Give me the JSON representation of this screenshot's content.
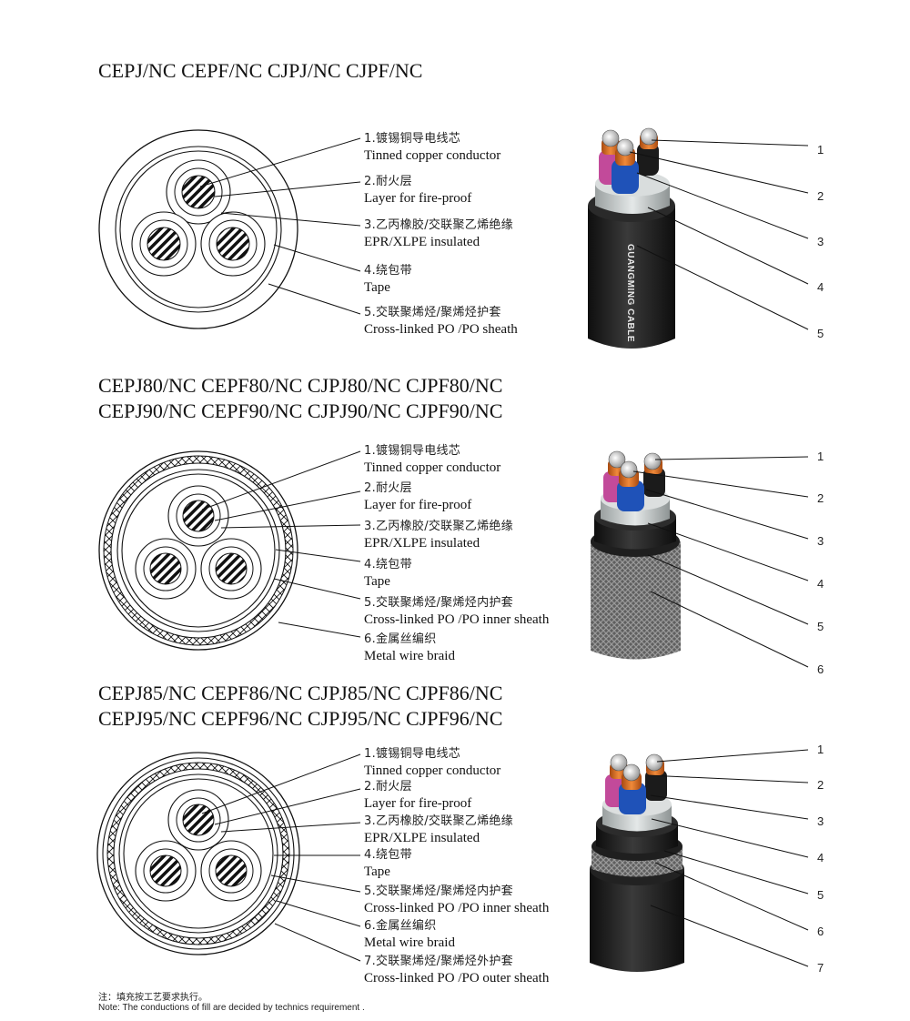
{
  "sections": [
    {
      "titles": [
        "CEPJ/NC CEPF/NC CJPJ/NC CJPF/NC"
      ],
      "labels": [
        {
          "zh": "1.镀锡铜导电线芯",
          "en": "Tinned copper conductor"
        },
        {
          "zh": "2.耐火层",
          "en": "Layer for fire-proof"
        },
        {
          "zh": "3.乙丙橡胶/交联聚乙烯绝缘",
          "en": "EPR/XLPE insulated"
        },
        {
          "zh": "4.绕包带",
          "en": "Tape"
        },
        {
          "zh": "5.交联聚烯烃/聚烯烃护套",
          "en": "Cross-linked PO /PO sheath"
        }
      ],
      "numbers": [
        "1",
        "2",
        "3",
        "4",
        "5"
      ],
      "brand": "GUANGMING CABLE"
    },
    {
      "titles": [
        "CEPJ80/NC CEPF80/NC CJPJ80/NC CJPF80/NC",
        "CEPJ90/NC CEPF90/NC CJPJ90/NC CJPF90/NC"
      ],
      "labels": [
        {
          "zh": "1.镀锡铜导电线芯",
          "en": "Tinned copper conductor"
        },
        {
          "zh": "2.耐火层",
          "en": "Layer for fire-proof"
        },
        {
          "zh": "3.乙丙橡胶/交联聚乙烯绝缘",
          "en": "EPR/XLPE insulated"
        },
        {
          "zh": "4.绕包带",
          "en": "Tape"
        },
        {
          "zh": "5.交联聚烯烃/聚烯烃内护套",
          "en": "Cross-linked PO /PO inner sheath"
        },
        {
          "zh": "6.金属丝编织",
          "en": "Metal wire braid"
        }
      ],
      "numbers": [
        "1",
        "2",
        "3",
        "4",
        "5",
        "6"
      ]
    },
    {
      "titles": [
        "CEPJ85/NC CEPF86/NC CJPJ85/NC CJPF86/NC",
        "CEPJ95/NC CEPF96/NC CJPJ95/NC CJPF96/NC"
      ],
      "labels": [
        {
          "zh": "1.镀锡铜导电线芯",
          "en": "Tinned copper conductor"
        },
        {
          "zh": "2.耐火层",
          "en": "Layer for fire-proof"
        },
        {
          "zh": "3.乙丙橡胶/交联聚乙烯绝缘",
          "en": "EPR/XLPE insulated"
        },
        {
          "zh": "4.绕包带",
          "en": "Tape"
        },
        {
          "zh": "5.交联聚烯烃/聚烯烃内护套",
          "en": "Cross-linked PO /PO inner sheath"
        },
        {
          "zh": "6.金属丝编织",
          "en": "Metal wire braid"
        },
        {
          "zh": "7.交联聚烯烃/聚烯烃外护套",
          "en": "Cross-linked PO /PO outer sheath"
        }
      ],
      "numbers": [
        "1",
        "2",
        "3",
        "4",
        "5",
        "6",
        "7"
      ]
    }
  ],
  "notes": {
    "zh": "注：填充按工艺要求执行。",
    "en": "Note: The conductions of fill are decided by technics requirement ."
  },
  "colors": {
    "copper": "#d9681e",
    "pink": "#c24a9a",
    "blue": "#1f52b8",
    "black_core": "#1b1b1b",
    "sheath": "#262626",
    "tape": "#c8cccc",
    "braid": "#6c6c6c"
  }
}
